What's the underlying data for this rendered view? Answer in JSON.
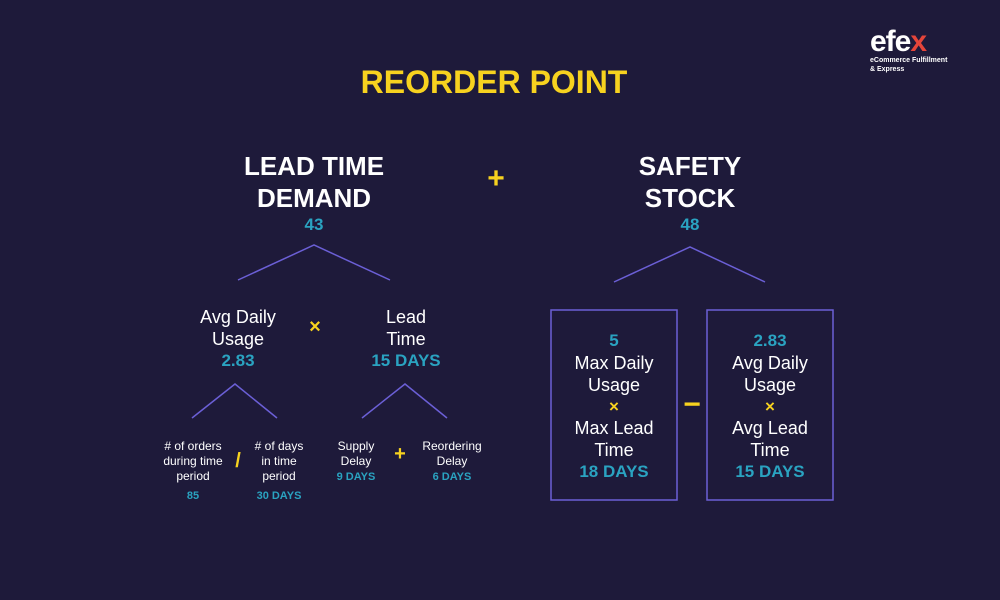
{
  "logo": {
    "text": "efe",
    "x_letter": "x",
    "tagline_1": "eCommerce Fulfillment",
    "tagline_2": "& Express"
  },
  "title": "REORDER POINT",
  "lead_time_demand": {
    "heading_line1": "LEAD TIME",
    "heading_line2": "DEMAND",
    "value": "43",
    "avg_daily_usage": {
      "label_line1": "Avg Daily",
      "label_line2": "Usage",
      "value": "2.83",
      "orders": {
        "line1": "# of orders",
        "line2": "during time",
        "line3": "period",
        "value": "85"
      },
      "days": {
        "line1": "# of days",
        "line2": "in time",
        "line3": "period",
        "value": "30 DAYS"
      },
      "operator": "/"
    },
    "lead_time": {
      "label_line1": "Lead",
      "label_line2": "Time",
      "value": "15 DAYS",
      "supply_delay": {
        "line1": "Supply",
        "line2": "Delay",
        "value": "9 DAYS"
      },
      "reordering_delay": {
        "line1": "Reordering",
        "line2": "Delay",
        "value": "6 DAYS"
      },
      "operator": "+"
    },
    "operator": "×"
  },
  "main_operator": "+",
  "safety_stock": {
    "heading_line1": "SAFETY",
    "heading_line2": "STOCK",
    "value": "48",
    "left_box": {
      "value_top": "5",
      "label1_line1": "Max Daily",
      "label1_line2": "Usage",
      "operator": "×",
      "label2_line1": "Max Lead",
      "label2_line2": "Time",
      "value_bottom": "18 DAYS"
    },
    "operator": "−",
    "right_box": {
      "value_top": "2.83",
      "label1_line1": "Avg Daily",
      "label1_line2": "Usage",
      "operator": "×",
      "label2_line1": "Avg Lead",
      "label2_line2": "Time",
      "value_bottom": "15 DAYS"
    }
  },
  "colors": {
    "background": "#1e1a3a",
    "accent_yellow": "#f7d21f",
    "accent_teal": "#2aa3c1",
    "line_purple": "#6b5fd6",
    "logo_red": "#e5453a"
  }
}
